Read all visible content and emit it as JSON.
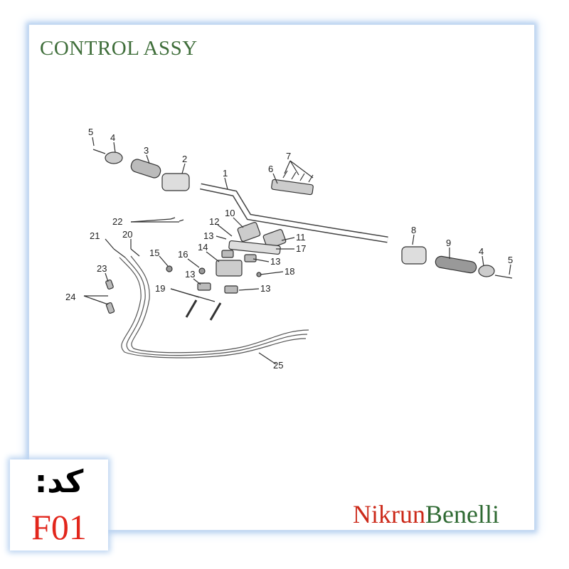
{
  "page": {
    "title": "CONTROL ASSY"
  },
  "callouts": [
    "1",
    "2",
    "3",
    "4",
    "5",
    "6",
    "7",
    "8",
    "9",
    "10",
    "11",
    "12",
    "13",
    "14",
    "15",
    "16",
    "17",
    "18",
    "19",
    "20",
    "21",
    "22",
    "23",
    "24",
    "25"
  ],
  "brand": {
    "part1": "Nikrun",
    "part2": "Benelli"
  },
  "code": {
    "label": "کد:",
    "value": "F01"
  },
  "colors": {
    "title": "#3f6e3a",
    "brand_red": "#cc2a1a",
    "brand_green": "#2f6a33",
    "code_red": "#e2261c",
    "frame_glow": "#b9d2f0"
  }
}
